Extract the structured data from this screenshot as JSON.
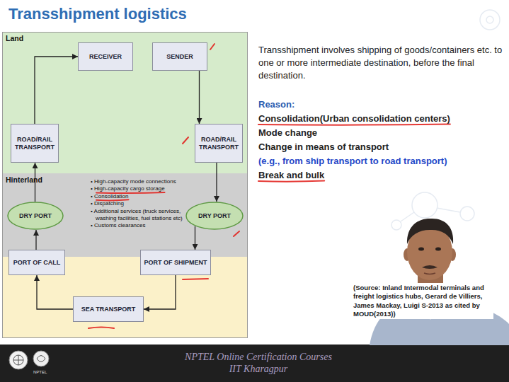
{
  "diagram": {
    "title": "Transshipment logistics",
    "nodes": [
      {
        "text": [
          "Land"
        ]
      },
      {
        "text": [
          "RECEIVER"
        ],
        "in": 0
      },
      {
        "text": [
          "SENDER"
        ],
        "in": 0
      },
      {
        "text": [
          "ROAD/RAIL TRANSPORT"
        ],
        "in": 0
      },
      {
        "text": [
          "ROAD/RAIL TRANSPORT"
        ],
        "in": 0
      },
      {
        "text": [
          "Hinterland"
        ]
      },
      {
        "text": [
          "DRY PORT"
        ],
        "in": 5
      },
      {
        "text": [
          "DRY PORT"
        ],
        "in": 5
      },
      {
        "text": [
          "PORT OF CALL"
        ]
      },
      {
        "text": [
          "PORT OF SHIPMENT"
        ]
      },
      {
        "text": [
          "SEA TRANSPORT"
        ]
      }
    ],
    "edges": [
      {
        "from": 2,
        "to": 4,
        "arrow": "to"
      },
      {
        "from": 4,
        "to": 7,
        "arrow": "to"
      },
      {
        "from": 7,
        "to": 9,
        "arrow": "to"
      },
      {
        "from": 9,
        "to": 10,
        "arrow": "to"
      },
      {
        "from": 10,
        "to": 8,
        "arrow": "to"
      },
      {
        "from": 8,
        "to": 6,
        "arrow": "to"
      },
      {
        "from": 6,
        "to": 3,
        "arrow": "to"
      },
      {
        "from": 3,
        "to": 1,
        "arrow": "to"
      }
    ],
    "labels": [
      "• High-capacity mode connections",
      "• High-capacity cargo storage",
      "• Consolidation",
      "• Dispatching",
      "• Additional services (truck services, washing facilities, fuel stations etc)",
      "• Customs clearances",
      "Transshipment involves shipping of goods/containers etc. to one or more intermediate destination, before the final destination.",
      "Reason:",
      "Consolidation(Urban consolidation centers)",
      "Mode change",
      "Change in means of transport",
      "(e.g., from ship transport to road transport)",
      "Break and bulk",
      "(Source: Inland Intermodal terminals and freight logistics hubs, Gerard de Villiers, James Mackay, Luigi S-2013 as cited by MOUD(2013))",
      "NPTEL Online Certification Courses",
      "IIT Kharagpur",
      "NPTEL"
    ]
  }
}
